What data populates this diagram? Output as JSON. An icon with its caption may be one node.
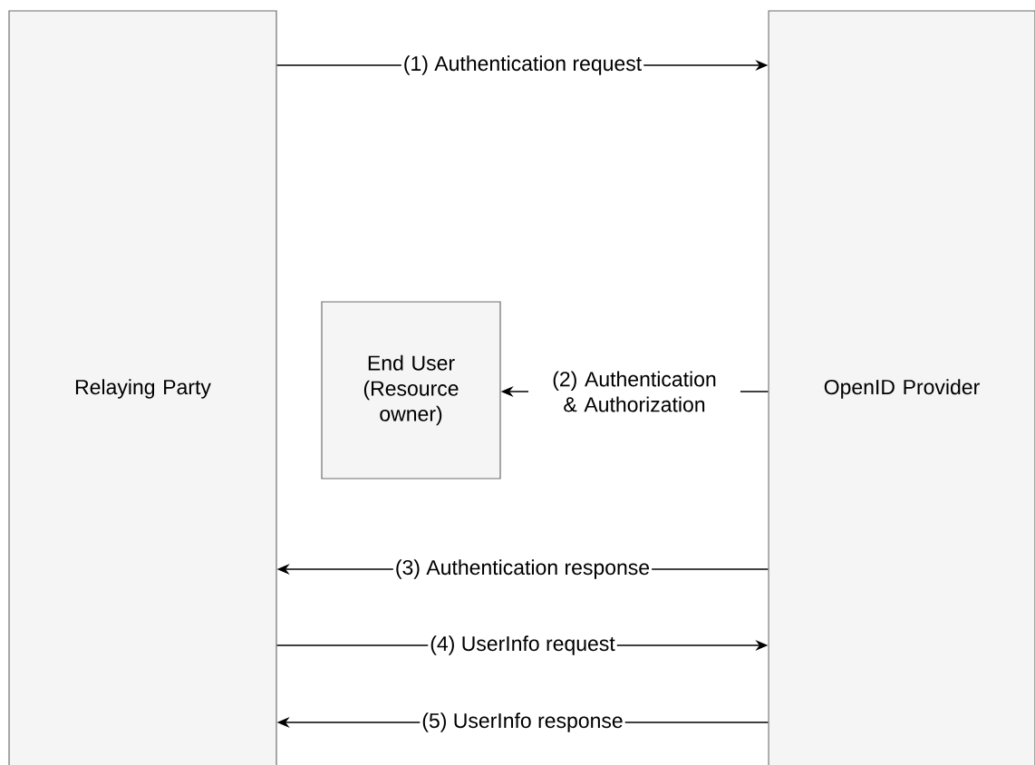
{
  "diagram": {
    "nodes": [
      {
        "text": [
          "Relaying Party"
        ]
      },
      {
        "text": [
          "End User (Resource owner)"
        ]
      },
      {
        "text": [
          "OpenID Provider"
        ]
      }
    ],
    "edges": [
      {
        "from": 0,
        "to": 2,
        "arrow": "to",
        "label": "(1) Authentication request"
      },
      {
        "from": 2,
        "to": 1,
        "arrow": "to",
        "label": "(2) Authentication & Authorization"
      },
      {
        "from": 2,
        "to": 0,
        "arrow": "to",
        "label": "(3) Authentication response"
      },
      {
        "from": 0,
        "to": 2,
        "arrow": "to",
        "label": "(4) UserInfo request"
      },
      {
        "from": 2,
        "to": 0,
        "arrow": "to",
        "label": "(5) UserInfo response"
      }
    ]
  }
}
